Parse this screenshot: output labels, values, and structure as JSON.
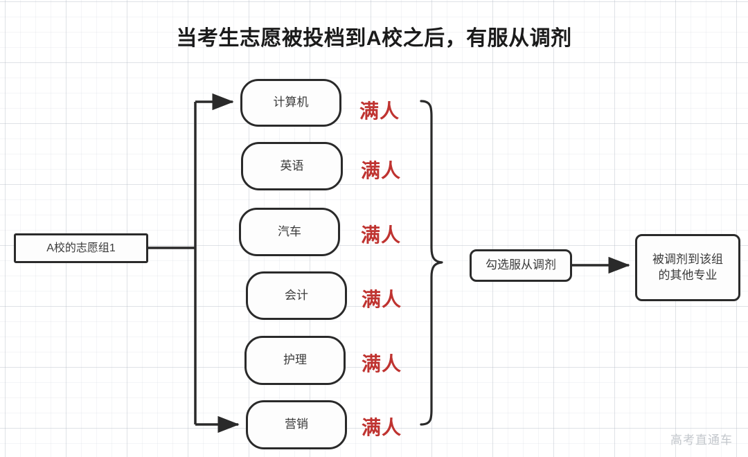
{
  "page": {
    "title": "当考生志愿被投档到A校之后，有服从调剂",
    "watermark": "高考直通车",
    "colors": {
      "full_label_red": "#bf3330",
      "stroke": "#2a2a2a",
      "text": "#3a3a3a",
      "grid": "#afb6c0",
      "background": "#ffffff",
      "watermark": "#c3c7cc"
    }
  },
  "source_node": {
    "label": "A校的志愿组1"
  },
  "majors": [
    {
      "label": "计算机",
      "status": "满人"
    },
    {
      "label": "英语",
      "status": "满人"
    },
    {
      "label": "汽车",
      "status": "满人"
    },
    {
      "label": "会计",
      "status": "满人"
    },
    {
      "label": "护理",
      "status": "满人"
    },
    {
      "label": "营销",
      "status": "满人"
    }
  ],
  "outcome": {
    "condition_label": "勾选服从调剂",
    "result_label": "被调剂到该组\n的其他专业",
    "result_line1": "被调剂到该组",
    "result_line2": "的其他专业"
  },
  "connectors": {
    "brace_note": "右侧大括号汇总六个已满专业",
    "arrow_to_first": "计算机",
    "arrow_to_last": "营销",
    "arrow_condition_to_result": "勾选服从调剂 → 被调剂到该组的其他专业"
  }
}
